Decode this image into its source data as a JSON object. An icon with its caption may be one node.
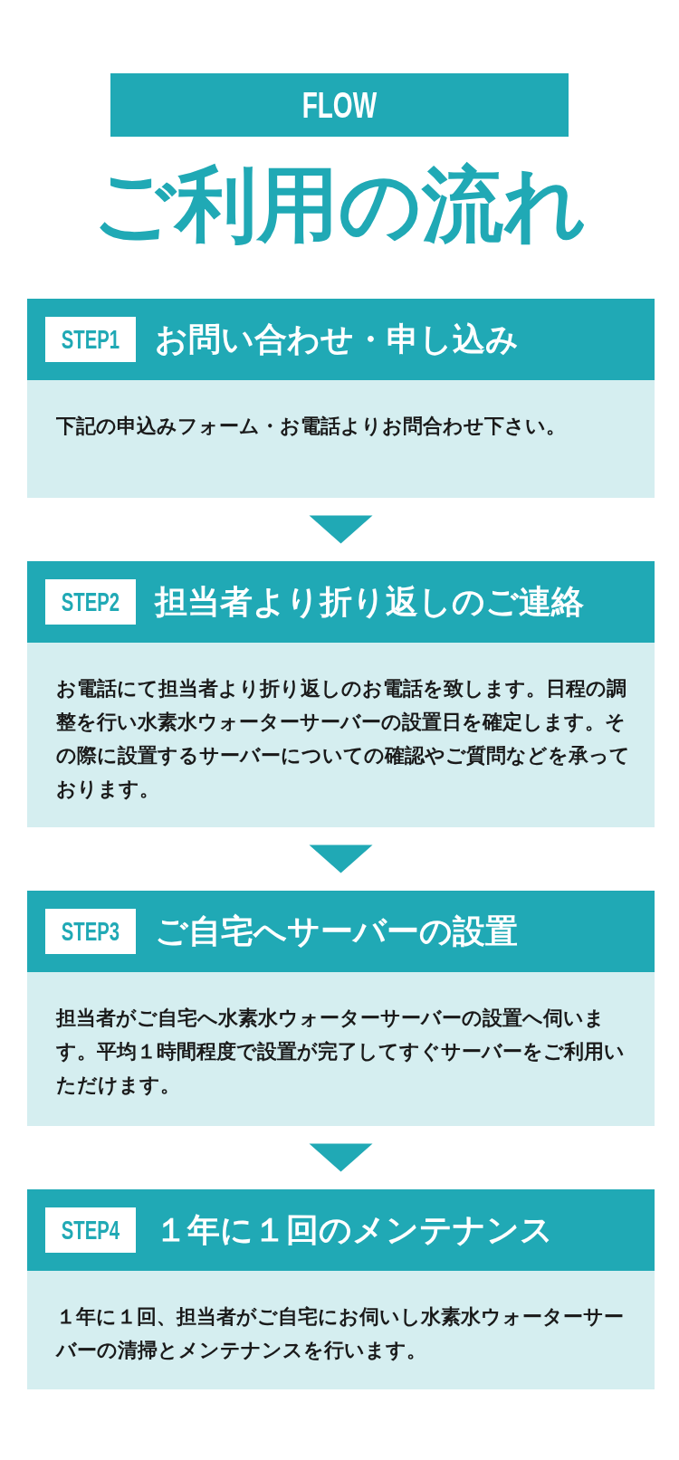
{
  "diagram": {
    "title": "ご利用の流れ",
    "nodes": [
      {
        "text": [
          "FLOW"
        ]
      },
      {
        "text": [
          "お問い合わせ・申し込み",
          "下記の申込みフォーム・お電話よりお問合わせ下さい。"
        ]
      },
      {
        "text": [
          "STEP1"
        ],
        "in": 1
      },
      {
        "text": [
          "担当者より折り返しのご連絡",
          "お電話にて担当者より折り返しのお電話を致します。日程の調整を行い水素水ウォーターサーバーの設置日を確定します。その際に設置するサーバーについての確認やご質問などを承っております。"
        ]
      },
      {
        "text": [
          "STEP2"
        ],
        "in": 3
      },
      {
        "text": [
          "ご自宅へサーバーの設置",
          "担当者がご自宅へ水素水ウォーターサーバーの設置へ伺います。平均１時間程度で設置が完了してすぐサーバーをご利用いただけます。"
        ]
      },
      {
        "text": [
          "STEP3"
        ],
        "in": 5
      },
      {
        "text": [
          "１年に１回のメンテナンス",
          "１年に１回、担当者がご自宅にお伺いし水素水ウォーターサーバーの清掃とメンテナンスを行います。"
        ]
      },
      {
        "text": [
          "STEP4"
        ],
        "in": 7
      }
    ],
    "edges": [
      {
        "from": 1,
        "to": 3,
        "arrow": "to"
      },
      {
        "from": 3,
        "to": 5,
        "arrow": "to"
      },
      {
        "from": 5,
        "to": 7,
        "arrow": "to"
      }
    ]
  }
}
